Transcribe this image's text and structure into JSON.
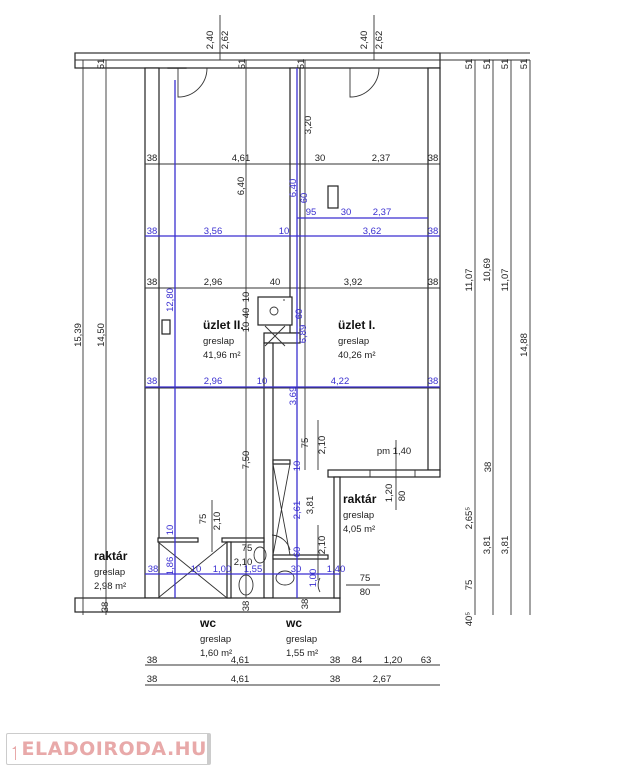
{
  "rooms": [
    {
      "name": "üzlet II.",
      "floor": "greslap",
      "area": "41,96 m²"
    },
    {
      "name": "üzlet I.",
      "floor": "greslap",
      "area": "40,26 m²"
    },
    {
      "name": "raktár",
      "floor": "greslap",
      "area": "4,05 m²"
    },
    {
      "name": "raktár",
      "floor": "greslap",
      "area": "2,98 m²"
    },
    {
      "name": "wc",
      "floor": "greslap",
      "area": "1,60 m²"
    },
    {
      "name": "wc",
      "floor": "greslap",
      "area": "1,55 m²"
    }
  ],
  "dims": [
    "2,40",
    "2,62",
    "2,40",
    "2,62",
    "51",
    "51",
    "51",
    "51",
    "51",
    "51",
    "51",
    "15,39",
    "14,50",
    "3,20",
    "38",
    "4,61",
    "30",
    "2,37",
    "38",
    "6,40",
    "38",
    "2,96",
    "40",
    "3,92",
    "38",
    "10",
    "40",
    "10",
    "11,07",
    "10,69",
    "11,07",
    "14,88",
    "7,50",
    "75",
    "2,10",
    "pm 1,40",
    "1,20",
    "80",
    "3,81",
    "75",
    "2,10",
    "2,10",
    "75",
    "2,10",
    "75",
    "80",
    "38",
    "38",
    "38",
    "38",
    "2,65⁵",
    "3,81",
    "3,81",
    "75",
    "40⁵",
    "38",
    "4,61",
    "38",
    "84",
    "1,20",
    "63",
    "38",
    "4,61",
    "38",
    "2,67"
  ],
  "blue": [
    "12,80",
    "6,40",
    "60",
    "95",
    "30",
    "2,37",
    "38",
    "3,56",
    "10",
    "3,62",
    "38",
    "60",
    "6,89",
    "38",
    "2,96",
    "10",
    "4,22",
    "38",
    "3,69",
    "10",
    "2,61",
    "10",
    "60",
    "38",
    "1,86",
    "10",
    "1,00",
    "1,55",
    "30",
    "1,40",
    "1,00"
  ],
  "colors": {
    "dimension_blue": "#3a2fd0",
    "watermark": "#e8a9a9"
  },
  "watermark": "ELADOIRODA.HU"
}
